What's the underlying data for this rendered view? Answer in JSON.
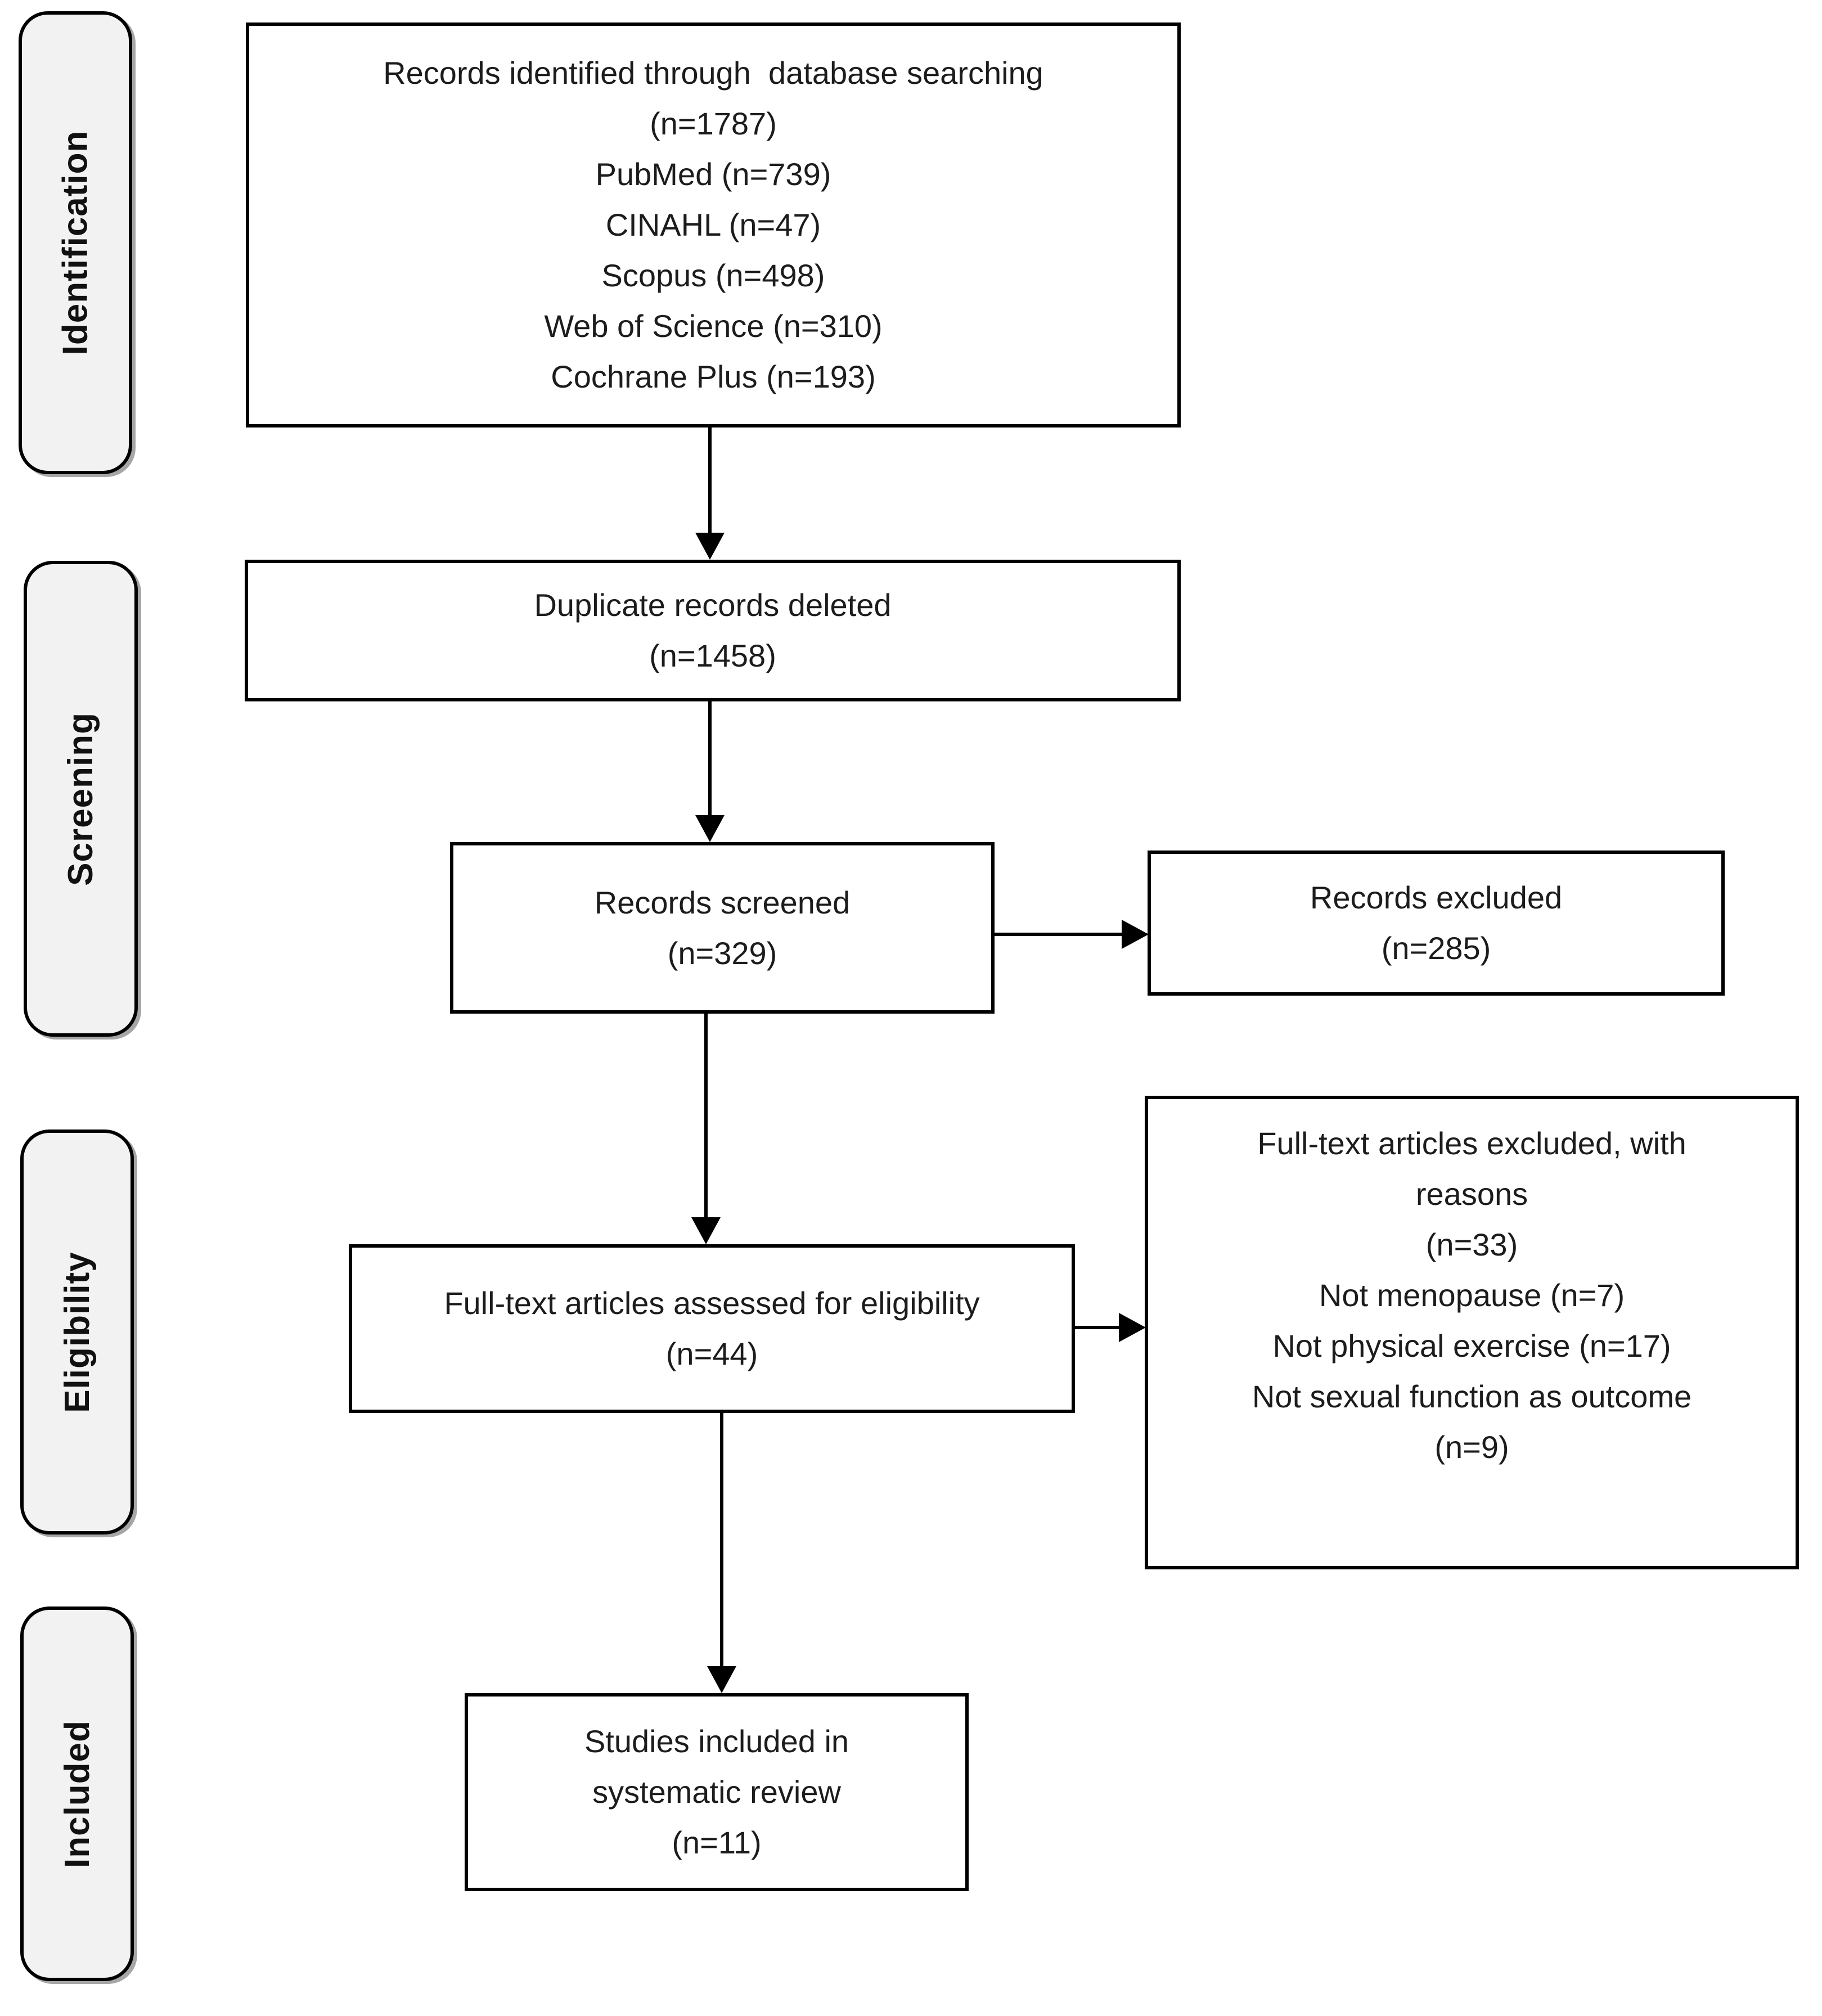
{
  "colors": {
    "background": "#ffffff",
    "node_fill": "#ffffff",
    "node_border": "#000000",
    "stage_fill": "#f2f2f2",
    "text": "#1c1c1c",
    "arrow": "#000000"
  },
  "stages": [
    {
      "label": "Identification"
    },
    {
      "label": "Screening"
    },
    {
      "label": "Eligibility"
    },
    {
      "label": "Included"
    }
  ],
  "boxes": {
    "identified": {
      "lines": [
        "Records identified through  database searching",
        "(n=1787)",
        "PubMed (n=739)",
        "CINAHL (n=47)",
        "Scopus (n=498)",
        "Web of Science (n=310)",
        "Cochrane Plus (n=193)"
      ]
    },
    "duplicates": {
      "lines": [
        "Duplicate records deleted",
        "(n=1458)"
      ]
    },
    "screened": {
      "lines": [
        "Records screened",
        "(n=329)"
      ]
    },
    "records_excluded": {
      "lines": [
        "Records excluded",
        "(n=285)"
      ]
    },
    "fulltext_assessed": {
      "lines": [
        "Full-text articles assessed for eligibility",
        "(n=44)"
      ]
    },
    "fulltext_excluded": {
      "lines": [
        "Full-text articles excluded, with",
        "reasons",
        "(n=33)",
        "Not menopause (n=7)",
        "Not physical exercise (n=17)",
        "Not sexual function as outcome",
        "(n=9)"
      ]
    },
    "included_studies": {
      "lines": [
        "Studies included in",
        "systematic review",
        "(n=11)"
      ]
    }
  }
}
